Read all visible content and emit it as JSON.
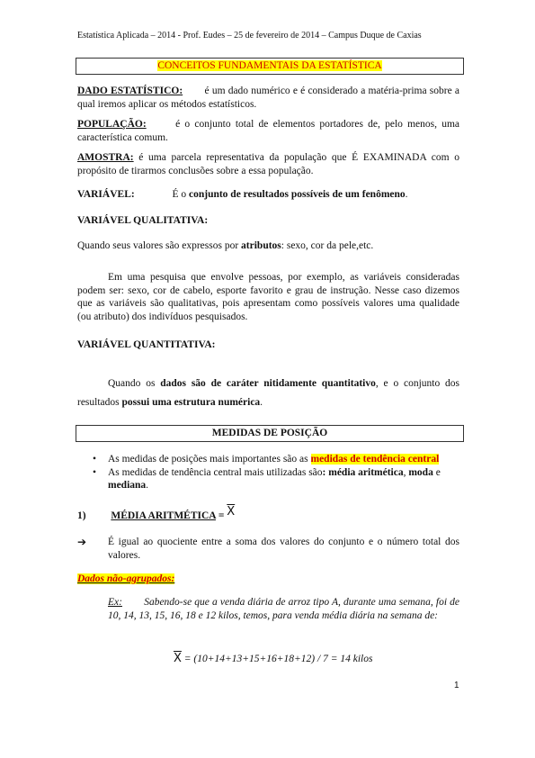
{
  "header": "Estatística Aplicada – 2014 - Prof. Eudes – 25 de fevereiro de 2014 – Campus Duque de Caxias",
  "box1": "CONCEITOS FUNDAMENTAIS DA ESTATÍSTICA",
  "dado": {
    "term": "DADO ESTATÍSTICO:",
    "text": "é um dado numérico e é considerado a matéria-prima sobre a qual iremos aplicar os métodos estatísticos."
  },
  "populacao": {
    "term": "POPULAÇÃO:",
    "text": "é o conjunto total de elementos portadores de, pelo menos, uma característica comum."
  },
  "amostra": {
    "term": "AMOSTRA:",
    "text": "é uma parcela representativa da população que É EXAMINADA com o propósito de tirarmos conclusões sobre a essa população."
  },
  "variavel": {
    "term": "VARIÁVEL:",
    "pre": "É o",
    "bold": "conjunto de resultados possíveis de um fenômeno",
    "post": "."
  },
  "qualitativa": {
    "title": "VARIÁVEL QUALITATIVA:",
    "line_pre": "Quando seus valores são expressos por",
    "line_bold": "atributos",
    "line_post": ": sexo, cor da pele,etc.",
    "para": "Em uma pesquisa que envolve pessoas, por exemplo, as variáveis consideradas podem ser: sexo, cor de cabelo, esporte favorito e grau de instrução. Nesse caso dizemos que as variáveis são qualitativas, pois apresentam como possíveis valores uma qualidade (ou atributo) dos indivíduos pesquisados."
  },
  "quantitativa": {
    "title": "VARIÁVEL QUANTITATIVA:",
    "pre": "Quando os",
    "bold1": "dados são de caráter nitidamente quantitativo",
    "mid": ", e o conjunto dos resultados",
    "bold2": "possui uma estrutura numérica",
    "post": "."
  },
  "box2": "MEDIDAS DE POSIÇÃO",
  "bullets": {
    "b1_pre": "As medidas de posições mais importantes são as",
    "b1_hl": "medidas de tendência central",
    "b2_pre": "As medidas de tendência central mais utilizadas são",
    "b2_bold1": ": média aritmética",
    "b2_sep": ",",
    "b2_bold2": "moda",
    "b2_e": "e",
    "b2_bold3": "mediana",
    "b2_post": "."
  },
  "media": {
    "num": "1)",
    "title": "MÉDIA ARITMÉTICA",
    "eq": "=",
    "symbol": "X",
    "arrow": "➔",
    "desc": "É igual ao quociente entre a soma dos valores do conjunto e o número total dos valores."
  },
  "dados_nao_agrupados": "Dados não-agrupados:",
  "exemplo": {
    "label": "Ex:",
    "text": "Sabendo-se que a venda diária de arroz tipo A, durante uma semana, foi de 10, 14, 13, 15, 16, 18 e 12 kilos, temos, para venda média diária na semana de:"
  },
  "formula": {
    "symbol": "X",
    "expr": "= (10+14+13+15+16+18+12) / 7 = 14 kilos"
  },
  "page_number": "1"
}
